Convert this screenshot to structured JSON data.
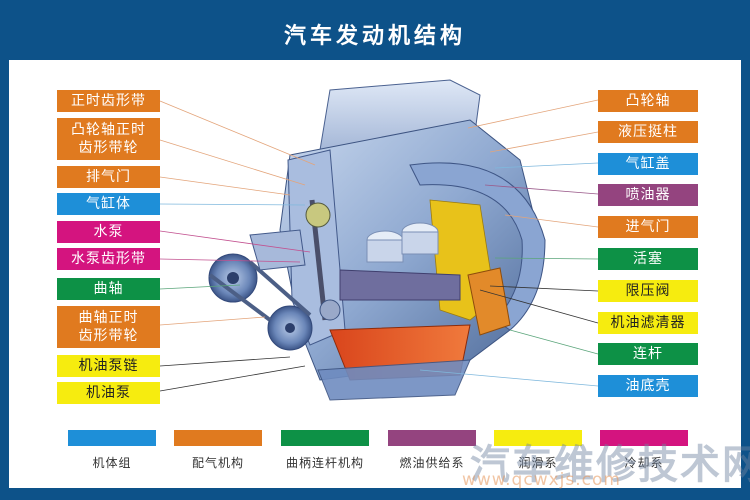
{
  "title": "汽车发动机结构",
  "colors": {
    "frame": "#0d5289",
    "engine_block": "#1e8fd8",
    "valve_train": "#e07a1f",
    "crank_rod": "#0d9146",
    "fuel_system": "#94447f",
    "lubrication": "#f6ec0f",
    "cooling": "#d4147f"
  },
  "left_labels": [
    {
      "text": "正时齿形带",
      "system": "valve_train",
      "color": "#e07a1f"
    },
    {
      "text": "凸轮轴正时齿形带轮",
      "line1": "凸轮轴正时",
      "line2": "齿形带轮",
      "system": "valve_train",
      "color": "#e07a1f"
    },
    {
      "text": "排气门",
      "system": "valve_train",
      "color": "#e07a1f"
    },
    {
      "text": "气缸体",
      "system": "engine_block",
      "color": "#1e8fd8"
    },
    {
      "text": "水泵",
      "system": "cooling",
      "color": "#d4147f"
    },
    {
      "text": "水泵齿形带",
      "system": "cooling",
      "color": "#d4147f"
    },
    {
      "text": "曲轴",
      "system": "crank_rod",
      "color": "#0d9146"
    },
    {
      "text": "曲轴正时齿形带轮",
      "line1": "曲轴正时",
      "line2": "齿形带轮",
      "system": "valve_train",
      "color": "#e07a1f"
    },
    {
      "text": "机油泵链",
      "system": "lubrication",
      "color": "#f6ec0f"
    },
    {
      "text": "机油泵",
      "system": "lubrication",
      "color": "#f6ec0f"
    }
  ],
  "right_labels": [
    {
      "text": "凸轮轴",
      "system": "valve_train",
      "color": "#e07a1f"
    },
    {
      "text": "液压挺柱",
      "system": "valve_train",
      "color": "#e07a1f"
    },
    {
      "text": "气缸盖",
      "system": "engine_block",
      "color": "#1e8fd8"
    },
    {
      "text": "喷油器",
      "system": "fuel_system",
      "color": "#94447f"
    },
    {
      "text": "进气门",
      "system": "valve_train",
      "color": "#e07a1f"
    },
    {
      "text": "活塞",
      "system": "crank_rod",
      "color": "#0d9146"
    },
    {
      "text": "限压阀",
      "system": "lubrication",
      "color": "#f6ec0f"
    },
    {
      "text": "机油滤清器",
      "system": "lubrication",
      "color": "#f6ec0f"
    },
    {
      "text": "连杆",
      "system": "crank_rod",
      "color": "#0d9146"
    },
    {
      "text": "油底壳",
      "system": "engine_block",
      "color": "#1e8fd8"
    }
  ],
  "legend": [
    {
      "label": "机体组",
      "color": "#1e8fd8"
    },
    {
      "label": "配气机构",
      "color": "#e07a1f"
    },
    {
      "label": "曲柄连杆机构",
      "color": "#0d9146"
    },
    {
      "label": "燃油供给系",
      "color": "#94447f"
    },
    {
      "label": "润滑系",
      "color": "#f6ec0f"
    },
    {
      "label": "冷却系",
      "color": "#d4147f"
    }
  ],
  "watermark": {
    "text": "汽车维修技术网",
    "url": "www.qcwxjs.com"
  }
}
